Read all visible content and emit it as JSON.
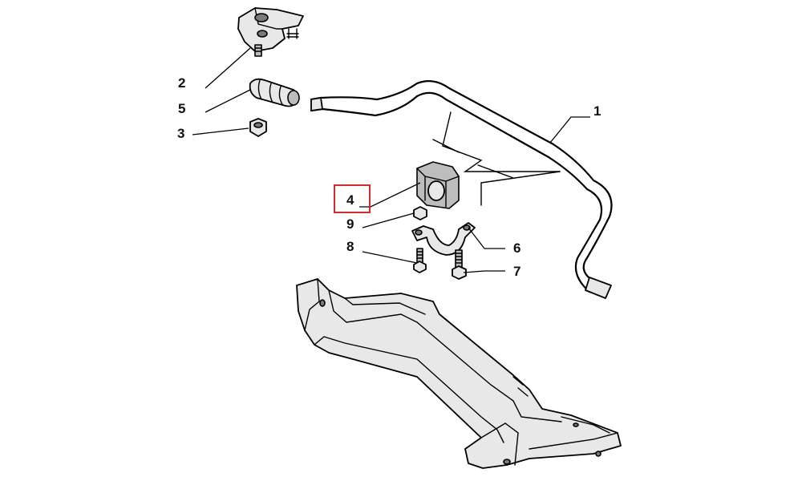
{
  "callouts": [
    {
      "id": "1",
      "label": "1"
    },
    {
      "id": "2",
      "label": "2"
    },
    {
      "id": "3",
      "label": "3"
    },
    {
      "id": "4",
      "label": "4"
    },
    {
      "id": "5",
      "label": "5"
    },
    {
      "id": "6",
      "label": "6"
    },
    {
      "id": "7",
      "label": "7"
    },
    {
      "id": "8",
      "label": "8"
    },
    {
      "id": "9",
      "label": "9"
    }
  ],
  "highlight": {
    "callout": "4",
    "color": "#d42a2a"
  }
}
